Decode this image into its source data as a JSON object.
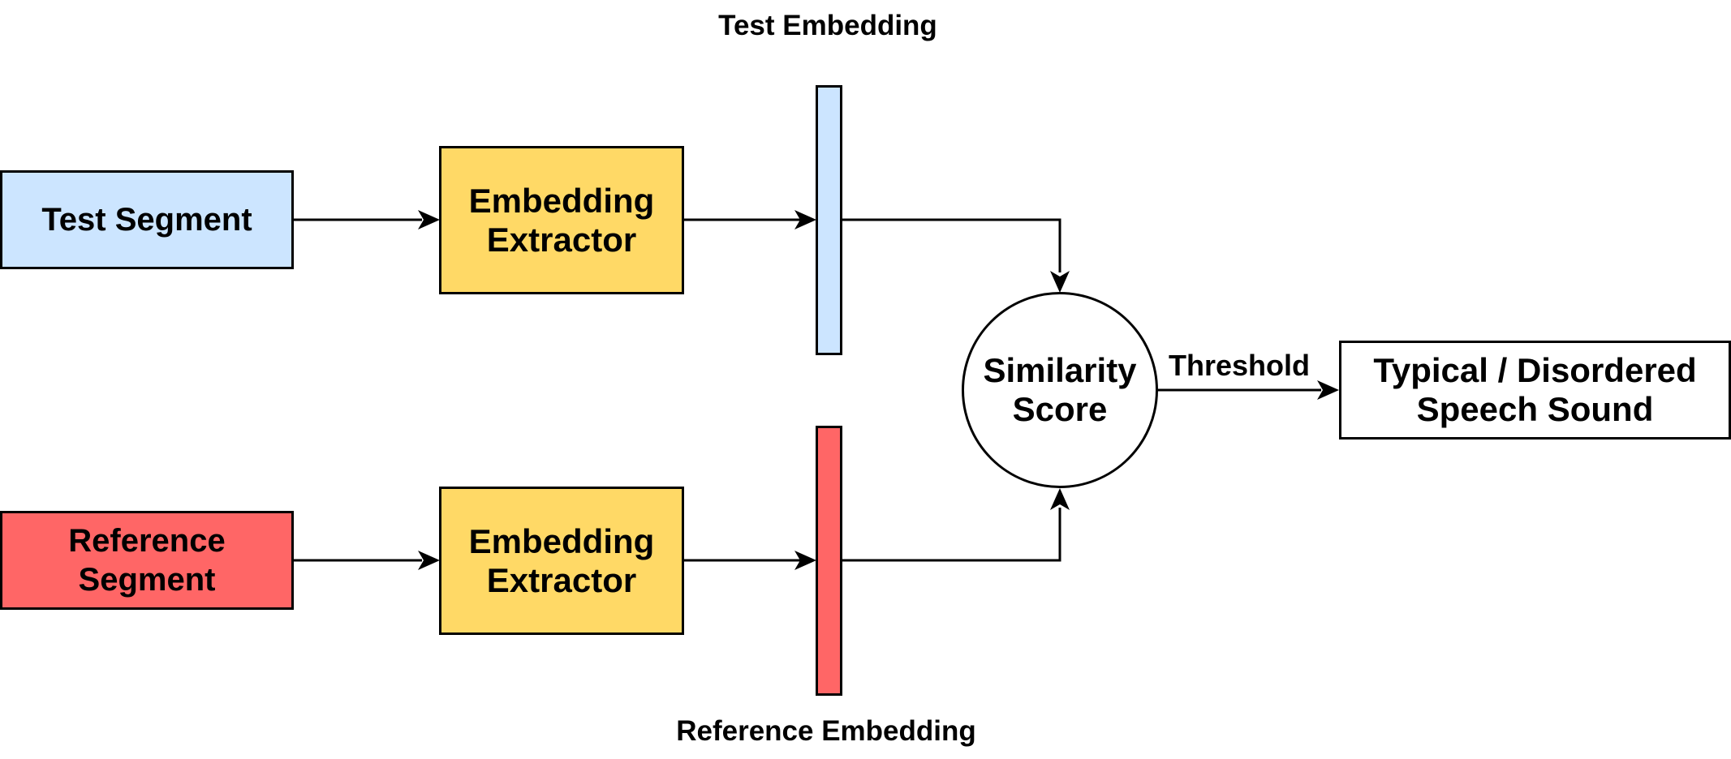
{
  "nodes": {
    "test_segment": {
      "label": "Test Segment",
      "fill": "#cce5ff"
    },
    "reference_segment": {
      "lines": [
        "Reference",
        "Segment"
      ],
      "fill": "#ff6666"
    },
    "extractor_top": {
      "lines": [
        "Embedding",
        "Extractor"
      ],
      "fill": "#ffd966"
    },
    "extractor_bottom": {
      "lines": [
        "Embedding",
        "Extractor"
      ],
      "fill": "#ffd966"
    },
    "test_embedding_bar": {
      "fill": "#cce5ff"
    },
    "reference_embedding_bar": {
      "fill": "#ff6666"
    },
    "similarity": {
      "lines": [
        "Similarity",
        "Score"
      ],
      "fill": "#ffffff"
    },
    "output": {
      "lines": [
        "Typical / Disordered",
        "Speech Sound"
      ],
      "fill": "#ffffff"
    }
  },
  "labels": {
    "test_embedding": "Test Embedding",
    "reference_embedding": "Reference Embedding",
    "threshold": "Threshold"
  },
  "edges": [
    {
      "from": "test_segment",
      "to": "extractor_top"
    },
    {
      "from": "extractor_top",
      "to": "test_embedding_bar"
    },
    {
      "from": "test_embedding_bar",
      "to": "similarity"
    },
    {
      "from": "reference_segment",
      "to": "extractor_bottom"
    },
    {
      "from": "extractor_bottom",
      "to": "reference_embedding_bar"
    },
    {
      "from": "reference_embedding_bar",
      "to": "similarity"
    },
    {
      "from": "similarity",
      "to": "output",
      "label": "Threshold"
    }
  ]
}
